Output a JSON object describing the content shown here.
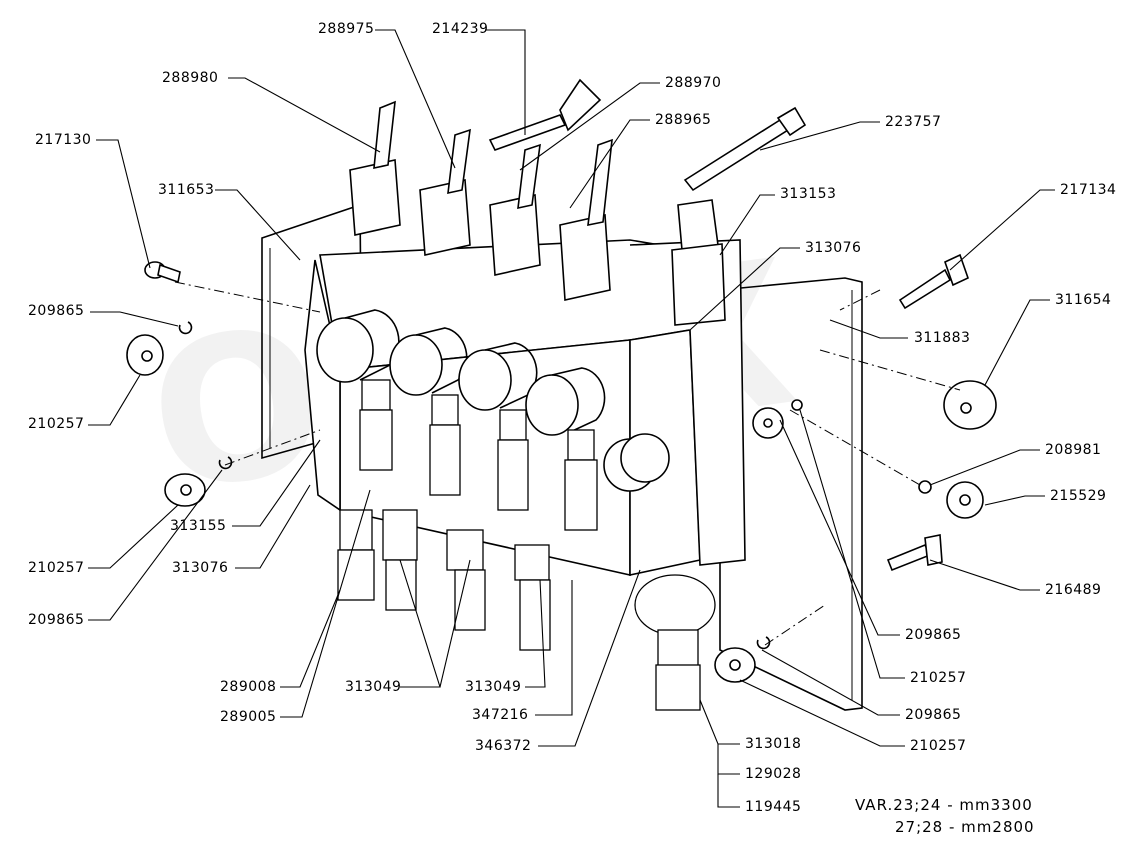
{
  "watermark": "OREX",
  "labels": {
    "l288975": "288975",
    "l214239": "214239",
    "l288980": "288980",
    "l288970": "288970",
    "l288965": "288965",
    "l223757": "223757",
    "l217130": "217130",
    "l311653": "311653",
    "l313153": "313153",
    "l217134": "217134",
    "l313076a": "313076",
    "l209865a": "209865",
    "l311883": "311883",
    "l311654": "311654",
    "l210257a": "210257",
    "l208981": "208981",
    "l215529": "215529",
    "l313155": "313155",
    "l210257b": "210257",
    "l313076b": "313076",
    "l216489": "216489",
    "l209865b": "209865",
    "l209865c": "209865",
    "l210257c": "210257",
    "l289008": "289008",
    "l313049a": "313049",
    "l313049b": "313049",
    "l289005": "289005",
    "l347216": "347216",
    "l209865d": "209865",
    "l346372": "346372",
    "l210257d": "210257",
    "l313018": "313018",
    "l129028": "129028",
    "l119445": "119445"
  },
  "note": {
    "line1": "VAR.23;24 - mm3300",
    "line2": "27;28 - mm2800"
  }
}
